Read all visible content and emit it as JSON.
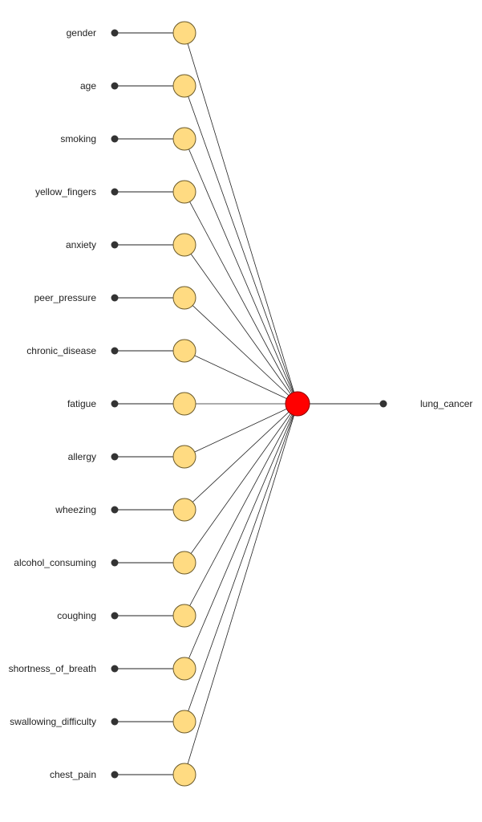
{
  "diagram": {
    "inputs": [
      "gender",
      "age",
      "smoking",
      "yellow_fingers",
      "anxiety",
      "peer_pressure",
      "chronic_disease",
      "fatigue",
      "allergy",
      "wheezing",
      "alcohol_consuming",
      "coughing",
      "shortness_of_breath",
      "swallowing_difficulty",
      "chest_pain"
    ],
    "output": "lung_cancer",
    "colors": {
      "input_node_fill": "#ffdb82",
      "input_node_stroke": "#6b5a2a",
      "output_node_fill": "#ff0000",
      "output_node_stroke": "#8b0000",
      "edge": "#222222",
      "terminal": "#333333",
      "text": "#222222"
    }
  }
}
